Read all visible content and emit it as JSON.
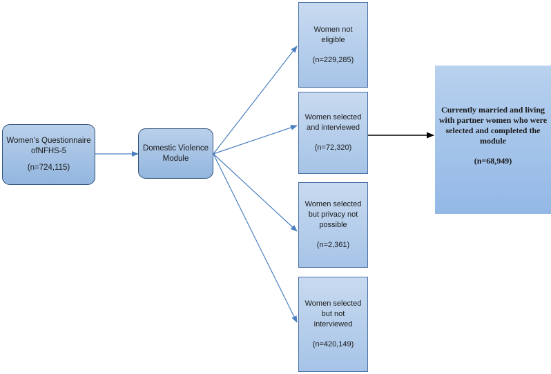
{
  "questionnaire": {
    "lines": [
      "Women’s Questionnaire",
      "ofNFHS-5"
    ],
    "count": "(n=724,115)"
  },
  "module": {
    "lines": [
      "Domestic Violence",
      "Module"
    ]
  },
  "outcomes": [
    {
      "lines": [
        "Women not",
        "eligible"
      ],
      "count": "(n=229,285)"
    },
    {
      "lines": [
        "Women selected",
        "and interviewed"
      ],
      "count": "(n=72,320)"
    },
    {
      "lines": [
        "Women selected",
        "but privacy not",
        "possible"
      ],
      "count": "(n=2,361)"
    },
    {
      "lines": [
        "Women selected",
        "but not",
        "interviewed"
      ],
      "count": "(n=420,149)"
    }
  ],
  "final": {
    "lines": [
      "Currently married and living",
      "with partner women who were",
      "selected and completed the",
      "module"
    ],
    "count": "(n=68,949)"
  },
  "colors": {
    "arrow_blue": "#4a7fc1",
    "arrow_black": "#000000",
    "box_border": "#2f4f7a"
  }
}
